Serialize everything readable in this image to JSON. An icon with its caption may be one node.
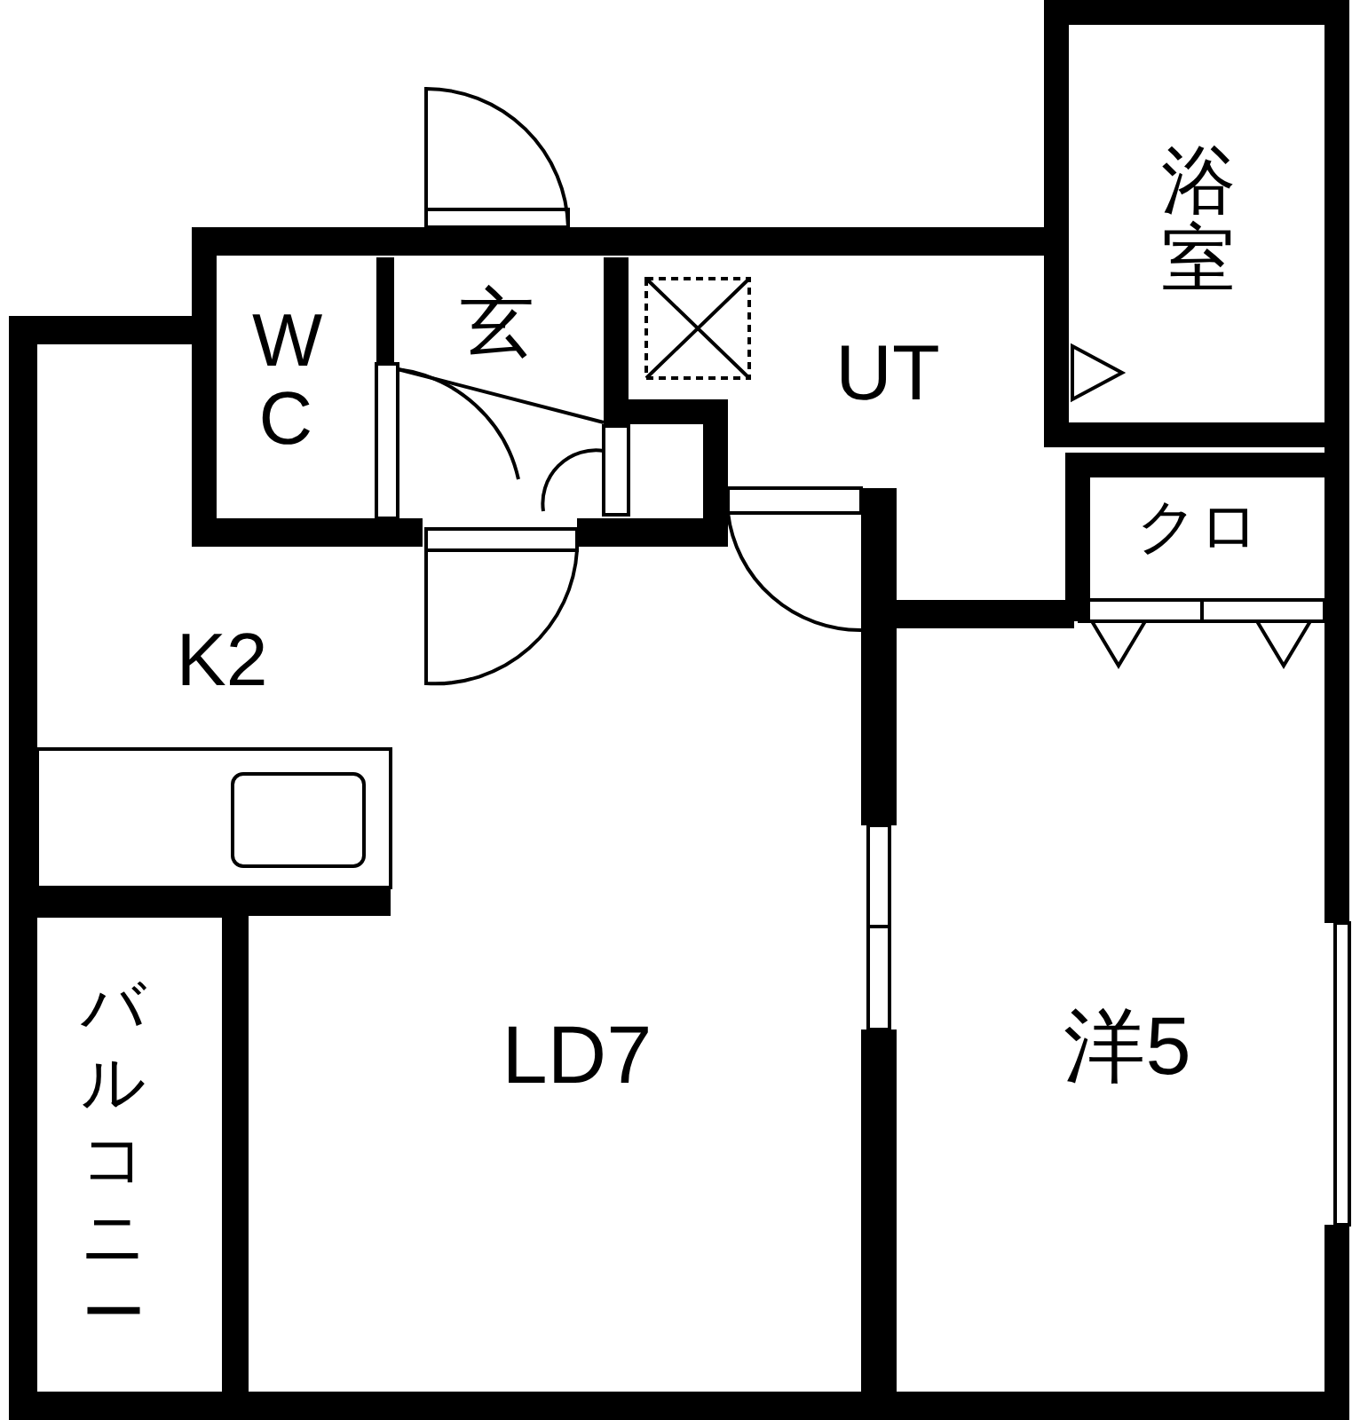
{
  "diagram": {
    "nodes": [
      {
        "text": [
          "浴室"
        ]
      },
      {
        "text": [
          "W C"
        ]
      },
      {
        "text": [
          "玄"
        ]
      },
      {
        "text": [
          "UT"
        ]
      },
      {
        "text": [
          "クロ"
        ]
      },
      {
        "text": [
          "K2"
        ]
      },
      {
        "text": [
          "LD7"
        ]
      },
      {
        "text": [
          "洋5"
        ]
      },
      {
        "text": [
          "バルコニー"
        ]
      }
    ]
  }
}
